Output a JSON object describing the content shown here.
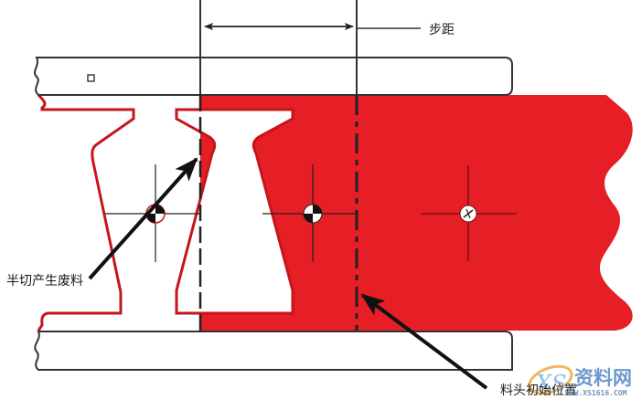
{
  "diagram": {
    "labels": {
      "pitch": "步距",
      "half_cut_scrap": "半切产生废料",
      "strip_start_position": "料头初始位置"
    },
    "colors": {
      "strip_red": "#e61e25",
      "outline_red": "#c4161c",
      "line_dark": "#333333",
      "arrow": "#111111"
    },
    "watermark": {
      "logo_text": "XS",
      "brand": "资料网",
      "url": "WWW.XS1616.COM"
    }
  }
}
